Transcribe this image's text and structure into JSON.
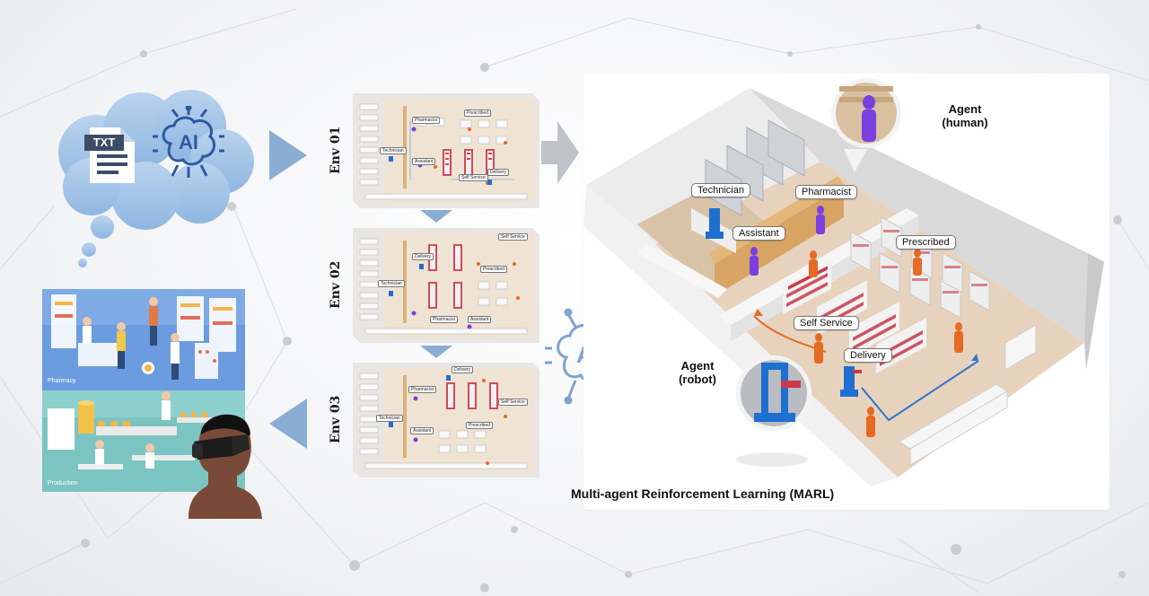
{
  "thought_bubble": {
    "document_icon_text": "TXT",
    "ai_icon_text": "AI"
  },
  "environments": [
    {
      "label": "Env 01",
      "tags": [
        "Pharmacist",
        "Prescribed",
        "Technician",
        "Assistant",
        "Self Service",
        "Delivery"
      ]
    },
    {
      "label": "Env 02",
      "tags": [
        "Self Service",
        "Delivery",
        "Prescribed",
        "Technician",
        "Pharmacist",
        "Assistant"
      ]
    },
    {
      "label": "Env 03",
      "tags": [
        "Delivery",
        "Pharmacist",
        "Self Service",
        "Technician",
        "Assistant",
        "Prescribed"
      ]
    }
  ],
  "side_panels": {
    "top_label": "Pharmacy",
    "bottom_label": "Production"
  },
  "center_ai_text": "AI",
  "pharmacy_scene": {
    "tags": {
      "technician": "Technician",
      "pharmacist": "Pharmacist",
      "assistant": "Assistant",
      "prescribed": "Prescribed",
      "self_service": "Self Service",
      "delivery": "Delivery"
    },
    "agent_human": {
      "line1": "Agent",
      "line2": "(human)"
    },
    "agent_robot": {
      "line1": "Agent",
      "line2": "(robot)"
    },
    "caption": "Multi-agent Reinforcement Learning (MARL)"
  },
  "colors": {
    "arrow": "#8aaed3",
    "human": "#7b3fe0",
    "worker": "#e56a24",
    "robot": "#1f6fd0",
    "ai_blue": "#2c5aa0",
    "ai_light": "#7ea4cf"
  }
}
